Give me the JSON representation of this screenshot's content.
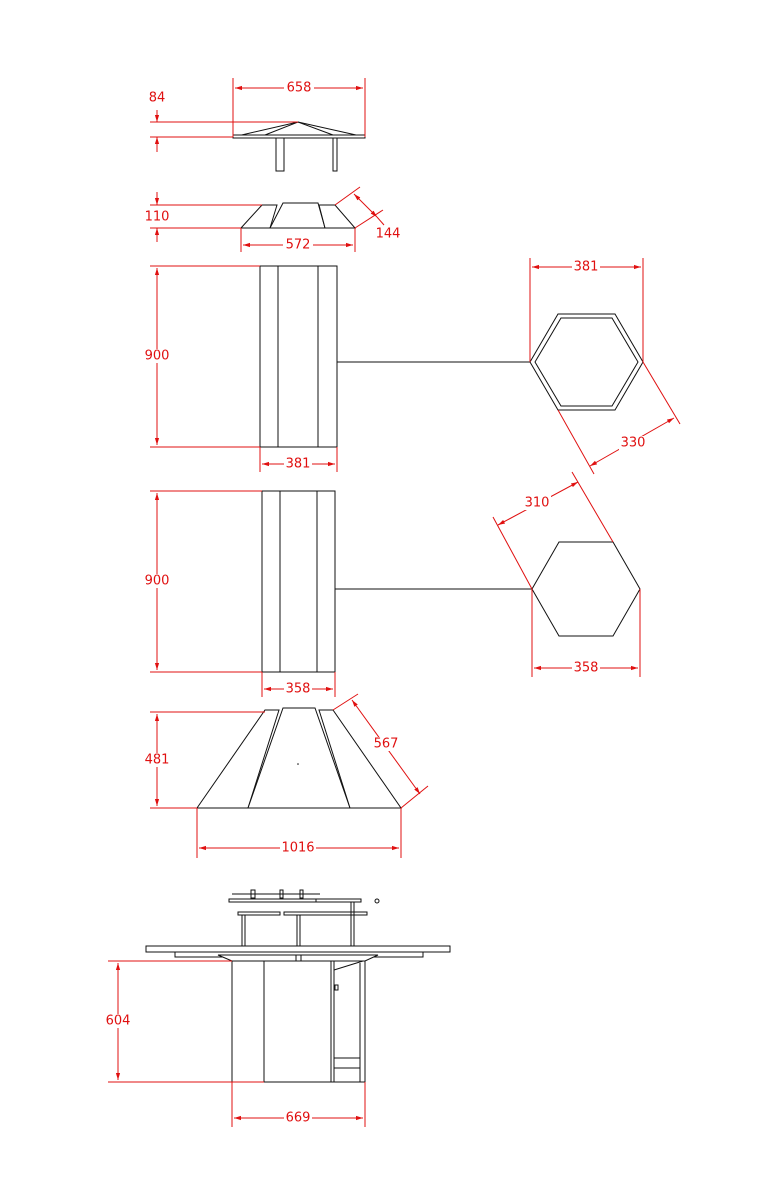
{
  "drawing": {
    "dimensions": {
      "roof_width": "658",
      "roof_height": "84",
      "cap_height": "110",
      "cap_width": "572",
      "cap_slant": "144",
      "column1_height": "900",
      "column1_width": "381",
      "hex1_width": "381",
      "hex1_flat": "330",
      "column2_height": "900",
      "column2_width": "358",
      "hex2_flat": "310",
      "hex2_width": "358",
      "hood_height": "481",
      "hood_slant": "567",
      "hood_width": "1016",
      "base_height": "604",
      "base_width": "669"
    },
    "colors": {
      "dimension": "#e01010",
      "line": "#111111"
    }
  }
}
